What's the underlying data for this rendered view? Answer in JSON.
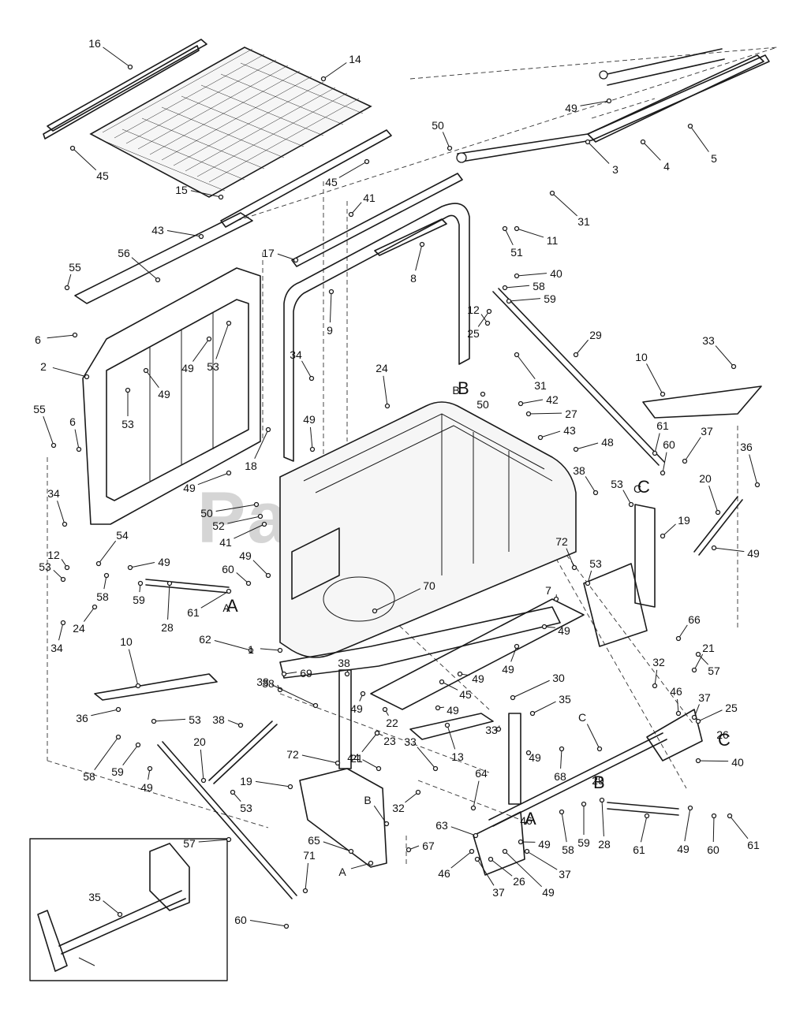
{
  "watermark": "PartsTree",
  "reference_letters": [
    "A",
    "B",
    "C",
    "C",
    "A",
    "B"
  ],
  "callouts": [
    "16",
    "14",
    "49",
    "5",
    "4",
    "3",
    "50",
    "45",
    "45",
    "41",
    "31",
    "11",
    "15",
    "43",
    "51",
    "56",
    "17",
    "8",
    "55",
    "40",
    "58",
    "59",
    "6",
    "9",
    "12",
    "25",
    "29",
    "2",
    "33",
    "10",
    "34",
    "49",
    "53",
    "49",
    "B",
    "31",
    "24",
    "50",
    "42",
    "27",
    "55",
    "6",
    "53",
    "49",
    "43",
    "48",
    "18",
    "61",
    "60",
    "37",
    "36",
    "38",
    "53",
    "C",
    "49",
    "19",
    "20",
    "34",
    "50",
    "52",
    "41",
    "54",
    "12",
    "49",
    "53",
    "60",
    "49",
    "72",
    "53",
    "49",
    "24",
    "58",
    "59",
    "28",
    "61",
    "34",
    "A",
    "70",
    "7",
    "49",
    "66",
    "62",
    "1",
    "38",
    "49",
    "49",
    "21",
    "57",
    "38",
    "69",
    "38",
    "32",
    "10",
    "45",
    "30",
    "49",
    "49",
    "22",
    "35",
    "46",
    "37",
    "33",
    "25",
    "36",
    "53",
    "38",
    "21",
    "23",
    "33",
    "13",
    "C",
    "26",
    "40",
    "58",
    "59",
    "49",
    "20",
    "72",
    "19",
    "53",
    "44",
    "68",
    "49",
    "32",
    "64",
    "B",
    "29",
    "57",
    "67",
    "63",
    "65",
    "A",
    "46",
    "49",
    "58",
    "59",
    "28",
    "61",
    "49",
    "60",
    "61",
    "71",
    "35",
    "46",
    "26",
    "49",
    "37",
    "37",
    "60"
  ]
}
